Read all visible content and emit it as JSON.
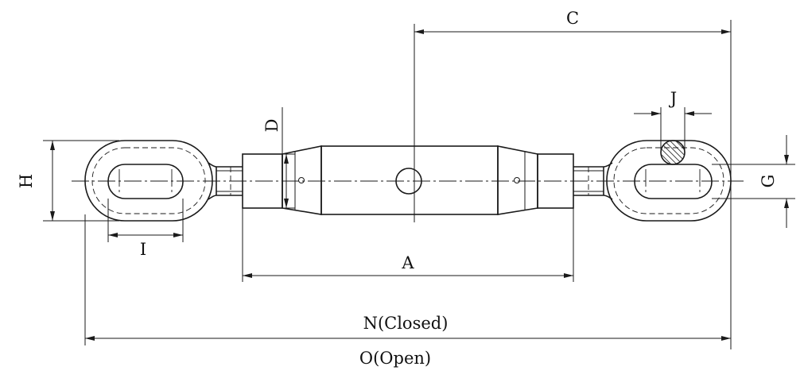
{
  "labels": {
    "c": "C",
    "d": "D",
    "h": "H",
    "i": "I",
    "j": "J",
    "g": "G",
    "a": "A",
    "n": "N(Closed)",
    "o": "O(Open)"
  },
  "colors": {
    "ink": "#1a1a1a",
    "background": "#ffffff",
    "hatch": "#1a1a1a"
  }
}
